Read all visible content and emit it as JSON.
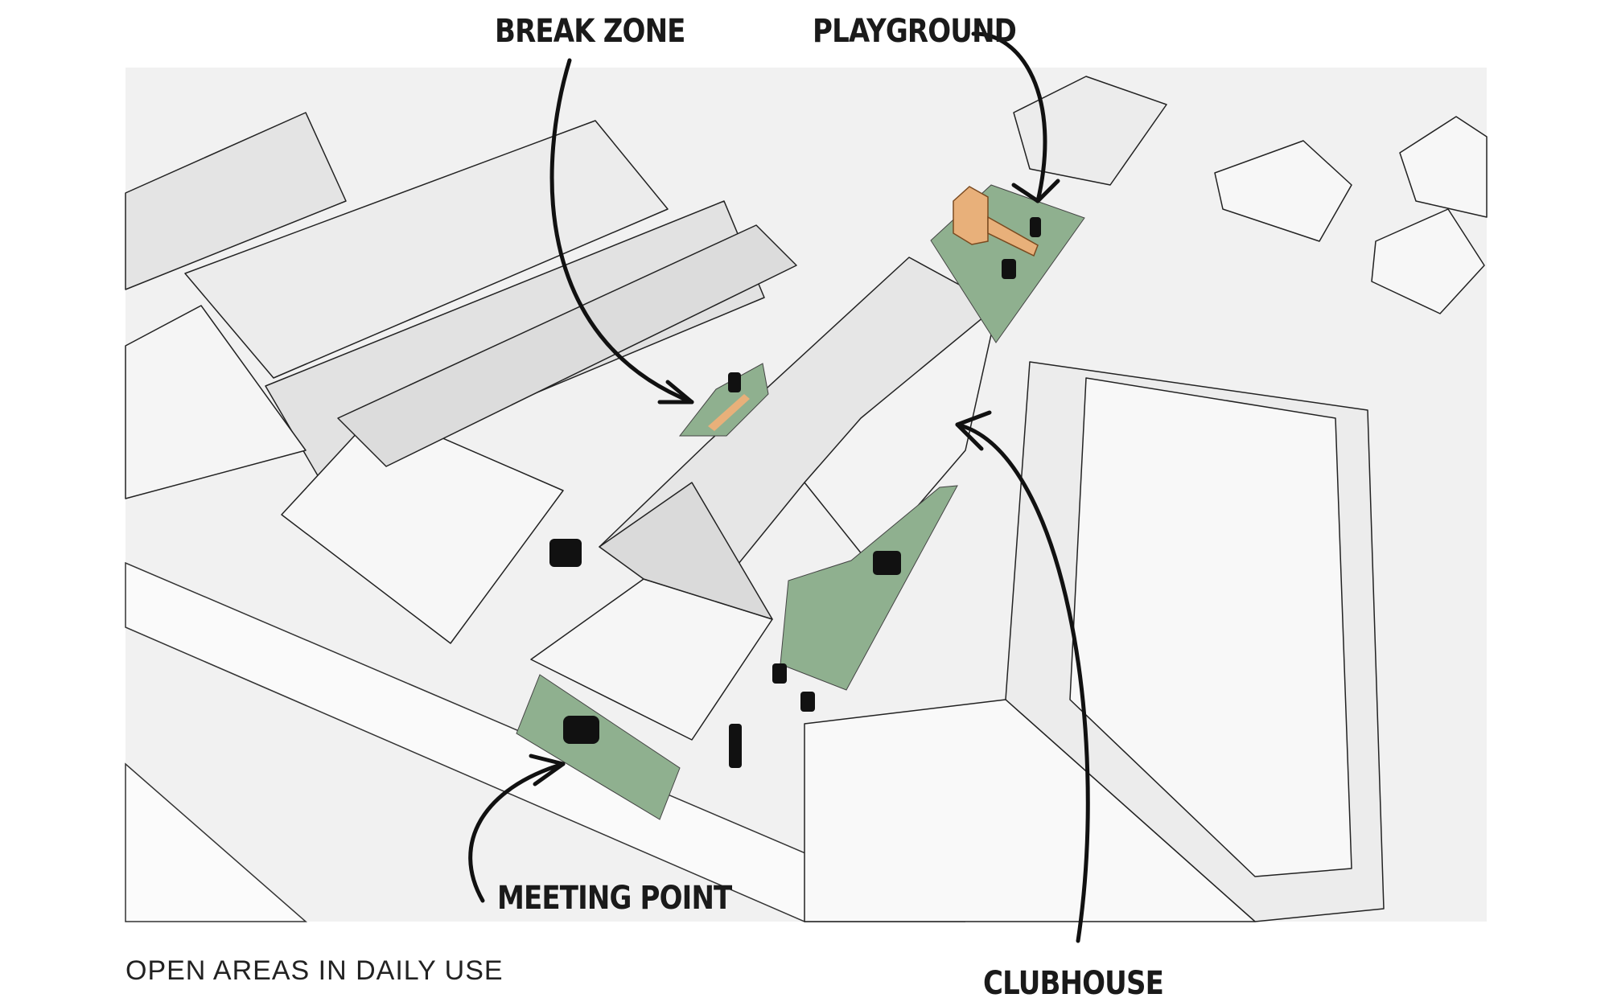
{
  "labels": {
    "break_zone": "BREAK ZONE",
    "playground": "PLAYGROUND",
    "meeting_point": "MEETING POINT",
    "clubhouse": "CLUBHOUSE"
  },
  "caption": "OPEN AREAS IN DAILY USE",
  "colors": {
    "open_area_green": "#8fb08f",
    "playground_orange": "#e8b07a",
    "building_light": "#f4f4f4",
    "building_shade": "#dcdcdc",
    "ink": "#1a1a1a"
  }
}
